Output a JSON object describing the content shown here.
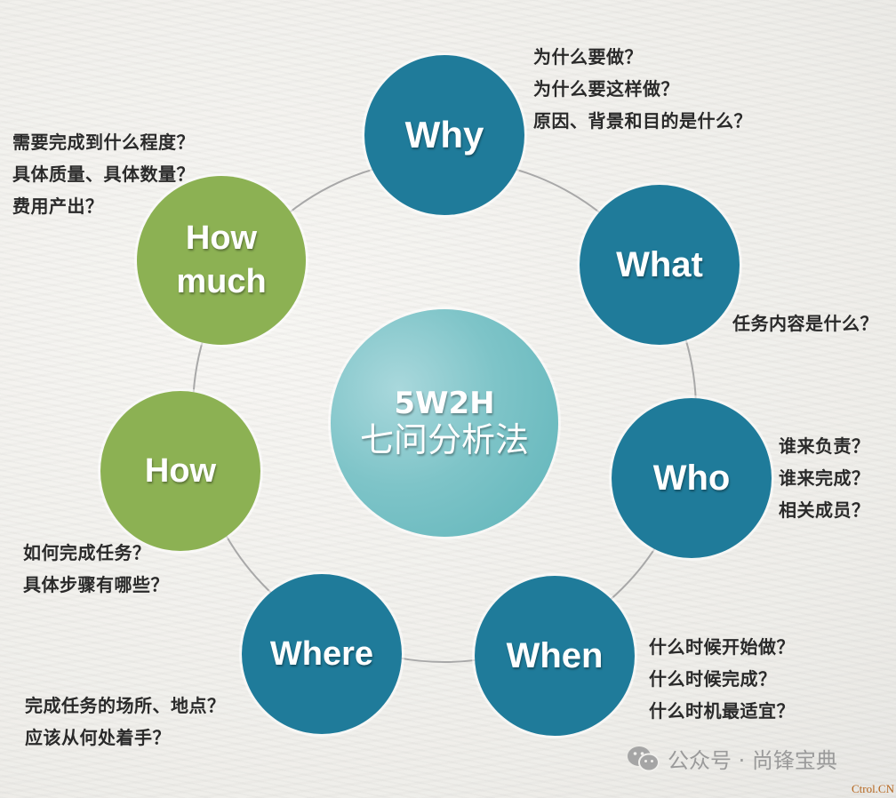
{
  "diagram": {
    "type": "radial",
    "center": {
      "line1": "5W2H",
      "line2": "七问分析法"
    },
    "nodes": [
      {
        "id": "why",
        "label": "Why",
        "color": "#1f7b9a",
        "questions": [
          "为什么要做？",
          "为什么要这样做？",
          "原因、背景和目的是什么？"
        ]
      },
      {
        "id": "what",
        "label": "What",
        "color": "#1f7b9a",
        "questions": [
          "任务内容是什么？"
        ]
      },
      {
        "id": "who",
        "label": "Who",
        "color": "#1f7b9a",
        "questions": [
          "谁来负责？",
          "谁来完成？",
          "相关成员？"
        ]
      },
      {
        "id": "when",
        "label": "When",
        "color": "#1f7b9a",
        "questions": [
          "什么时候开始做？",
          "什么时候完成？",
          "什么时机最适宜？"
        ]
      },
      {
        "id": "where",
        "label": "Where",
        "color": "#1f7b9a",
        "questions": [
          "完成任务的场所、地点？",
          "应该从何处着手？"
        ]
      },
      {
        "id": "how",
        "label": "How",
        "color": "#8cb153",
        "questions": [
          "如何完成任务？",
          "具体步骤有哪些？"
        ]
      },
      {
        "id": "howmuch",
        "label_line1": "How",
        "label_line2": "much",
        "color": "#8cb153",
        "questions": [
          "需要完成到什么程度？",
          "具体质量、具体数量？",
          "费用产出？"
        ]
      }
    ]
  },
  "watermark": {
    "icon": "wechat-icon",
    "text": "公众号 · 尚锋宝典"
  },
  "credit": "Ctrol.CN"
}
